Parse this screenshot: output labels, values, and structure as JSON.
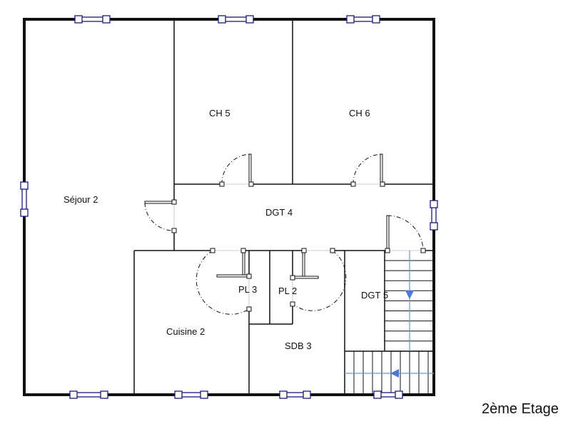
{
  "floor_title": "2ème Etage",
  "rooms": {
    "ch5": "CH 5",
    "ch6": "CH 6",
    "sejour": "Séjour 2",
    "dgt4": "DGT 4",
    "pl3": "PL 3",
    "pl2": "PL 2",
    "dgt5": "DGT 5",
    "cuisine": "Cuisine 2",
    "sdb3": "SDB 3"
  },
  "colors": {
    "walls": "#111111",
    "windows": "#1a1a7a",
    "stair_arrow": "#4d79d6"
  }
}
